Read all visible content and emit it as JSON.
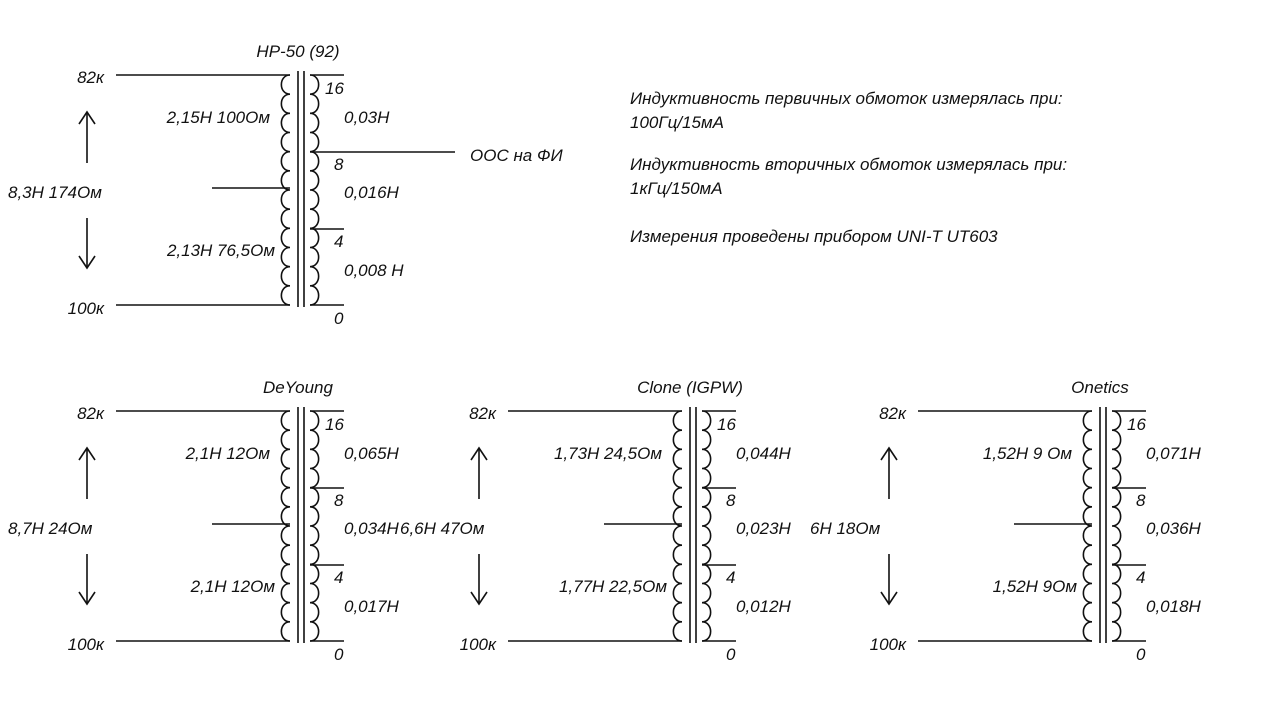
{
  "notes": [
    "Индуктивность первичных обмоток измерялась при:",
    "100Гц/15мА",
    "Индуктивность вторичных обмоток измерялась при:",
    "1кГц/150мА",
    "Измерения проведены прибором UNI-T UT603"
  ],
  "transformers": [
    {
      "title": "HP-50 (92)",
      "primary_top": "82к",
      "primary_bottom": "100к",
      "primary_total": "8,3H 174Ом",
      "primary_upper_half": "2,15H 100Ом",
      "primary_lower_half": "2,13H 76,5Ом",
      "taps": [
        "16",
        "8",
        "4",
        "0"
      ],
      "secondary": [
        "0,03H",
        "0,016H",
        "0,008 H"
      ],
      "feedback_label": "ООС на ФИ"
    },
    {
      "title": "DeYoung",
      "primary_top": "82к",
      "primary_bottom": "100к",
      "primary_total": "8,7H 24Ом",
      "primary_upper_half": "2,1H 12Ом",
      "primary_lower_half": "2,1H 12Ом",
      "taps": [
        "16",
        "8",
        "4",
        "0"
      ],
      "secondary": [
        "0,065H",
        "0,034H",
        "0,017H"
      ]
    },
    {
      "title": "Clone (IGPW)",
      "primary_top": "82к",
      "primary_bottom": "100к",
      "primary_total": "6,6H 47Ом",
      "primary_upper_half": "1,73H 24,5Ом",
      "primary_lower_half": "1,77H 22,5Ом",
      "taps": [
        "16",
        "8",
        "4",
        "0"
      ],
      "secondary": [
        "0,044H",
        "0,023H",
        "0,012H"
      ]
    },
    {
      "title": "Onetics",
      "primary_top": "82к",
      "primary_bottom": "100к",
      "primary_total": "6H 18Ом",
      "primary_upper_half": "1,52H 9 Ом",
      "primary_lower_half": "1,52H 9Ом",
      "taps": [
        "16",
        "8",
        "4",
        "0"
      ],
      "secondary": [
        "0,071H",
        "0,036H",
        "0,018H"
      ]
    }
  ]
}
